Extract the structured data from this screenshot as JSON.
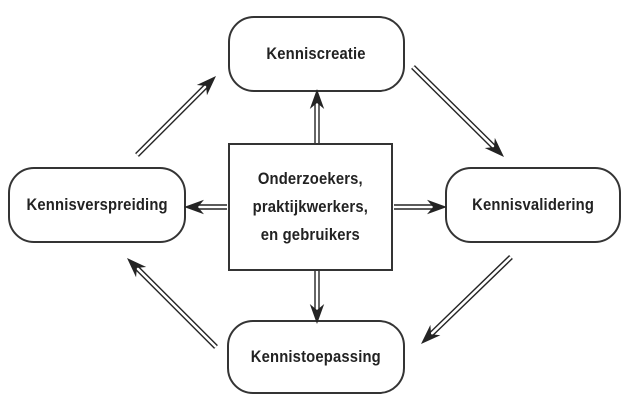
{
  "diagram": {
    "colors": {
      "line": "#242424",
      "text": "#222222",
      "background": "#ffffff"
    },
    "nodes": {
      "creatie": {
        "label": "Kenniscreatie",
        "shape": "rounded"
      },
      "validering": {
        "label": "Kennisvalidering",
        "shape": "rounded"
      },
      "toepassing": {
        "label": "Kennistoepassing",
        "shape": "rounded"
      },
      "verspreiding": {
        "label": "Kennisverspreiding",
        "shape": "rounded"
      },
      "center": {
        "label": "Onderzoekers,\npraktijkwerkers,\nen gebruikers",
        "shape": "rectangle"
      }
    },
    "edges": [
      {
        "from": "verspreiding",
        "to": "creatie",
        "style": "double-line"
      },
      {
        "from": "creatie",
        "to": "validering",
        "style": "double-line"
      },
      {
        "from": "validering",
        "to": "toepassing",
        "style": "double-line"
      },
      {
        "from": "toepassing",
        "to": "verspreiding",
        "style": "double-line"
      },
      {
        "from": "center",
        "to": "creatie",
        "style": "double-line"
      },
      {
        "from": "center",
        "to": "validering",
        "style": "double-line"
      },
      {
        "from": "center",
        "to": "toepassing",
        "style": "double-line"
      },
      {
        "from": "center",
        "to": "verspreiding",
        "style": "double-line"
      }
    ]
  }
}
